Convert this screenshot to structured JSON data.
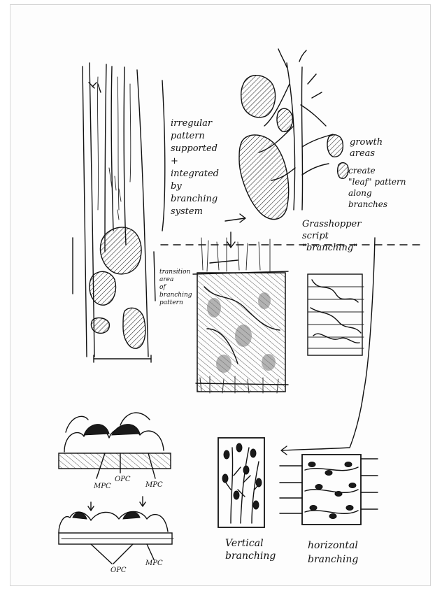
{
  "notes": {
    "irregular_pattern": "irregular\npattern\nsupported\n+\nintegrated\nby\nbranching\nsystem",
    "growth_areas": "growth\nareas",
    "create_leaf": "create\n\"leaf\" pattern\nalong\nbranches",
    "grasshopper": "Grasshopper\nscript\n\"branching\"",
    "transition_area": "transition\narea\nof\nbranching\npattern",
    "mpc_left": "MPC",
    "opc_top": "OPC",
    "mpc_right": "MPC",
    "opc_bottom": "OPC",
    "mpc_bottom": "MPC",
    "vertical_branching": "Vertical\nbranching",
    "horizontal_branching": "horizontal\nbranching"
  },
  "colors": {
    "ink": "#111111",
    "paper": "#fdfdfd",
    "border": "#d6d6d6"
  }
}
